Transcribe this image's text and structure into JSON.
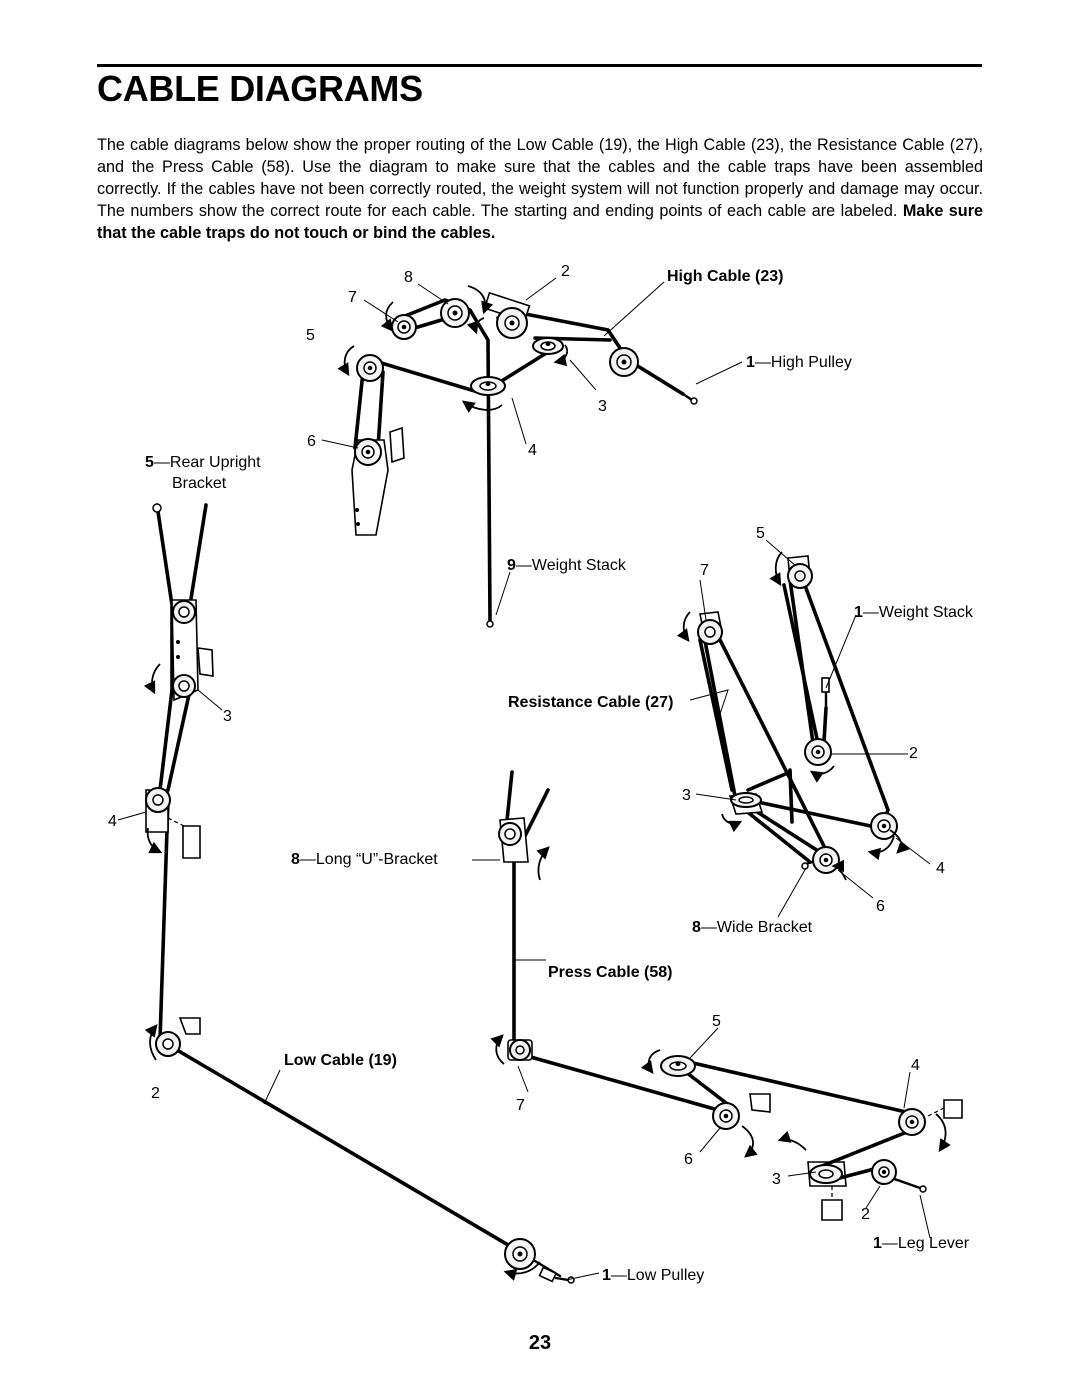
{
  "title": "CABLE DIAGRAMS",
  "intro": {
    "text": "The cable diagrams below show the proper routing of the Low Cable (19), the High Cable (23), the Resistance Cable (27), and the Press Cable (58). Use the diagram to make sure that the cables and the cable traps have been assembled correctly. If the cables have not been correctly routed, the weight system will not function properly and damage may occur. The numbers show the correct route for each cable. The starting and ending points of each cable are labeled.",
    "bold": "Make sure that the cable traps do not touch or bind the cables."
  },
  "high_cable": {
    "title": "High Cable (23)",
    "start_num": "1",
    "start_label": "—High Pulley",
    "end_num": "9",
    "end_label": "—Weight Stack",
    "steps": [
      "2",
      "3",
      "4",
      "5",
      "6",
      "7",
      "8"
    ]
  },
  "low_cable": {
    "title": "Low Cable (19)",
    "start_num": "1",
    "start_label": "—Low Pulley",
    "end_num": "5",
    "end_label_1": "—Rear Upright",
    "end_label_2": "Bracket",
    "steps": [
      "2",
      "3",
      "4"
    ]
  },
  "resistance_cable": {
    "title": "Resistance Cable (27)",
    "start_num": "1",
    "start_label": "—Weight Stack",
    "end_num": "8",
    "end_label": "—Wide Bracket",
    "steps": [
      "2",
      "3",
      "4",
      "5",
      "6",
      "7"
    ]
  },
  "press_cable": {
    "title": "Press Cable (58)",
    "start_num": "1",
    "start_label": "—Leg Lever",
    "end_num": "8",
    "end_label": "—Long “U”-Bracket",
    "steps": [
      "2",
      "3",
      "4",
      "5",
      "6",
      "7"
    ]
  },
  "page_number": "23"
}
